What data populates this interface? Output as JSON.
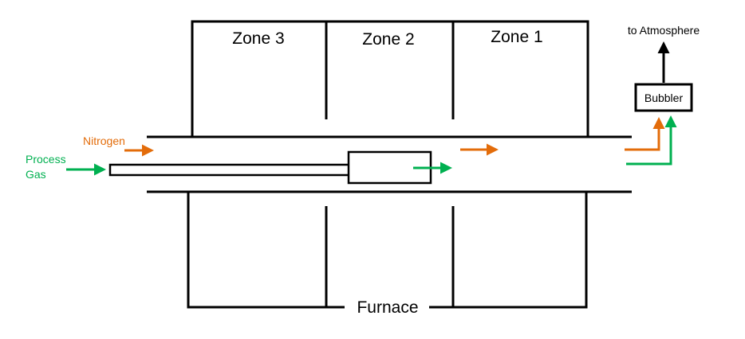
{
  "labels": {
    "zone3": "Zone 3",
    "zone2": "Zone 2",
    "zone1": "Zone 1",
    "furnace": "Furnace",
    "bubbler": "Bubbler",
    "atmosphere": "to Atmosphere",
    "nitrogen": "Nitrogen",
    "process_line1": "Process",
    "process_line2": "Gas"
  },
  "colors": {
    "nitrogen": "#E36C0A",
    "process_gas": "#00B050",
    "line": "#000000"
  }
}
